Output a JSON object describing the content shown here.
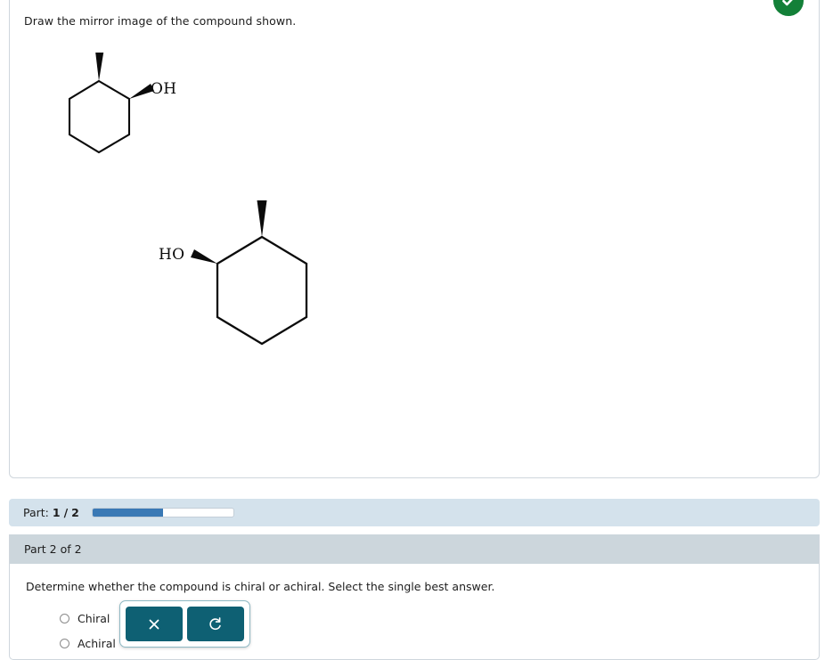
{
  "canvas": {
    "prompt": "Draw the mirror image of the compound shown.",
    "status_badge": {
      "icon": "check-icon",
      "color": "#138038"
    },
    "molecules": [
      {
        "name": "given-compound",
        "labels": [
          "OH"
        ],
        "ring": "cyclohexane",
        "substituents": [
          "methyl-wedge-up",
          "hydroxyl-wedge"
        ]
      },
      {
        "name": "drawn-mirror-image",
        "labels": [
          "HO"
        ],
        "ring": "cyclohexane",
        "substituents": [
          "methyl-wedge-up",
          "hydroxyl-wedge"
        ]
      }
    ]
  },
  "progress": {
    "label": "Part:",
    "current": "1",
    "separator": "/",
    "total": "2",
    "percent": 50,
    "fill_color": "#3a79b5"
  },
  "part2": {
    "header": "Part 2 of 2",
    "question": "Determine whether the compound is chiral or achiral. Select the single best answer.",
    "options": [
      {
        "label": "Chiral",
        "selected": false
      },
      {
        "label": "Achiral",
        "selected": false
      }
    ]
  },
  "toolbar": {
    "accent_color": "#0e6073",
    "buttons": [
      {
        "name": "close-button",
        "icon": "close-icon",
        "label": "×"
      },
      {
        "name": "undo-button",
        "icon": "undo-icon",
        "label": "↺"
      }
    ]
  }
}
